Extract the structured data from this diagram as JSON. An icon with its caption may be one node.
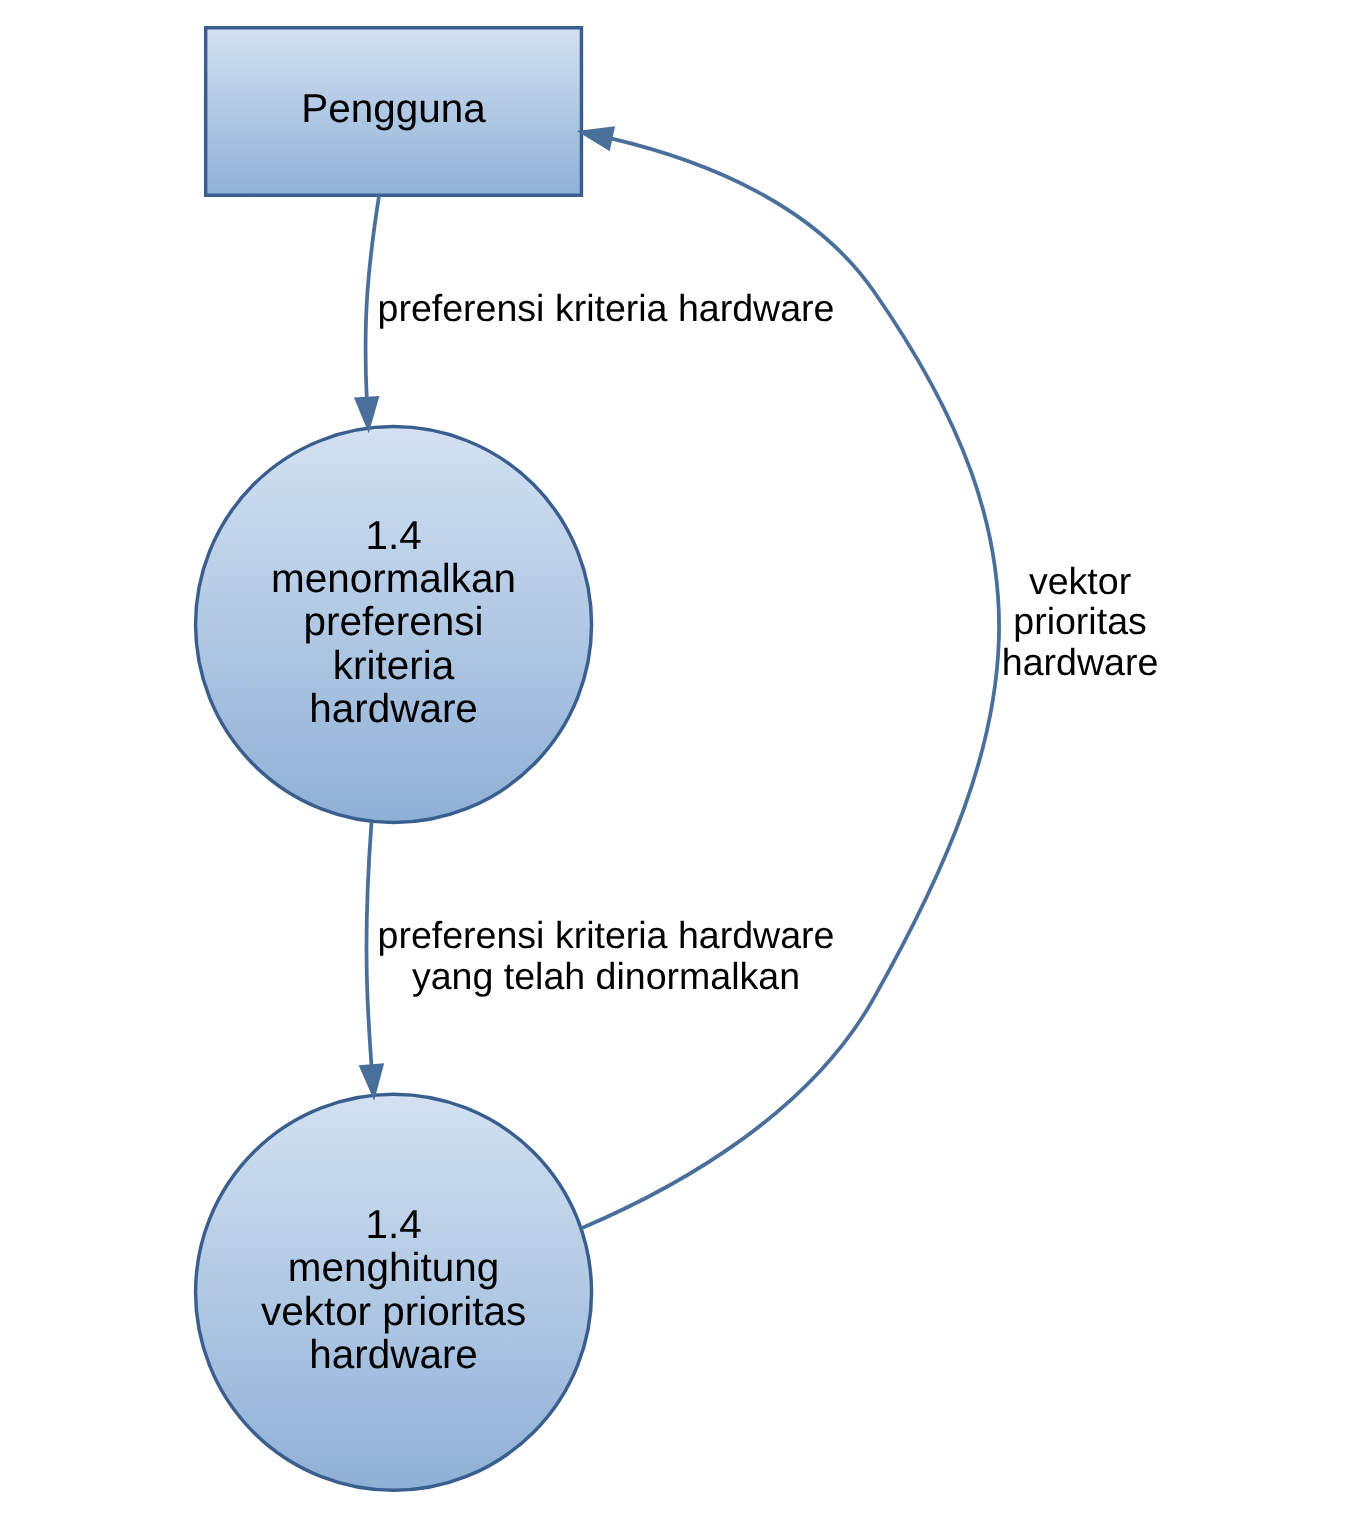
{
  "diagram": {
    "nodes": [
      {
        "text": [
          "Pengguna"
        ]
      },
      {
        "text": [
          "1.4",
          "menormalkan preferensi kriteria hardware"
        ]
      },
      {
        "text": [
          "1.4",
          "menghitung vektor prioritas hardware"
        ]
      }
    ],
    "edges": [
      {
        "from": 0,
        "to": 1,
        "arrow": "to",
        "label": "preferensi kriteria hardware"
      },
      {
        "from": 1,
        "to": 2,
        "arrow": "to",
        "label": "preferensi kriteria hardware yang telah dinormalkan"
      },
      {
        "from": 2,
        "to": 0,
        "arrow": "to",
        "label": "vektor prioritas hardware"
      }
    ]
  }
}
